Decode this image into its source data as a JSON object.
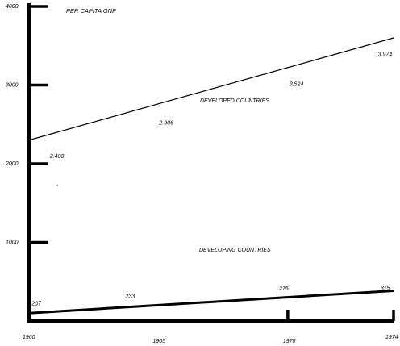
{
  "chart_data": {
    "type": "line",
    "title": "PER CAPITA GNP",
    "x": [
      1960,
      1974
    ],
    "xticks": [
      1960,
      1965,
      1970,
      1974
    ],
    "yticks": [
      1000,
      2000,
      3000,
      4000
    ],
    "xlim": [
      1960,
      1974
    ],
    "ylim": [
      0,
      4000
    ],
    "grid": false,
    "series": [
      {
        "name": "DEVELOPED COUNTRIES",
        "x": [
          1960,
          1974
        ],
        "y": [
          2300,
          3600
        ]
      },
      {
        "name": "DEVELOPING COUNTRIES",
        "x": [
          1960,
          1974
        ],
        "y": [
          100,
          385
        ]
      }
    ],
    "annotations": [
      {
        "series": 0,
        "text": "2.408",
        "x": 1960.8,
        "y": 2070
      },
      {
        "series": 0,
        "text": "2.906",
        "x": 1965.0,
        "y": 2500
      },
      {
        "series": 0,
        "text": "3.524",
        "x": 1970.0,
        "y": 2990
      },
      {
        "series": 0,
        "text": "3.974",
        "x": 1973.4,
        "y": 3370
      },
      {
        "series": 1,
        "text": "207",
        "x": 1960.1,
        "y": 200
      },
      {
        "series": 1,
        "text": "233",
        "x": 1963.7,
        "y": 290
      },
      {
        "series": 1,
        "text": "275",
        "x": 1969.6,
        "y": 390
      },
      {
        "series": 1,
        "text": "315",
        "x": 1973.5,
        "y": 395
      }
    ]
  }
}
